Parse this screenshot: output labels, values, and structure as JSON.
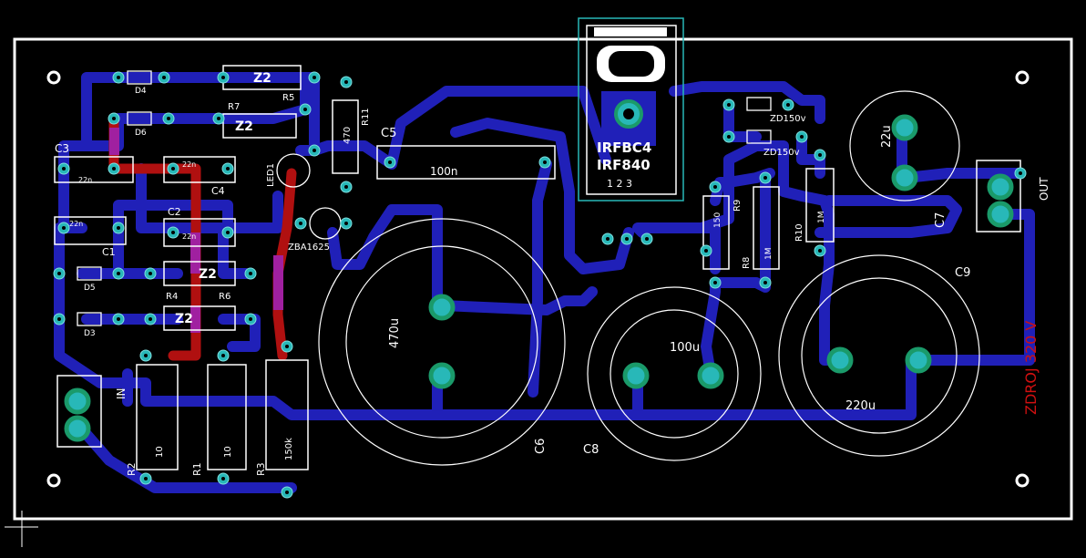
{
  "board": {
    "title": "ZDROJ 320 V",
    "connectors": {
      "in_label": "IN",
      "out_label": "OUT"
    }
  },
  "components": {
    "r5": {
      "ref": "R5",
      "value": "Z2"
    },
    "r7": {
      "ref": "R7",
      "value": "Z2"
    },
    "r11": {
      "ref": "R11",
      "value": "470"
    },
    "r4": {
      "ref": "R4",
      "value": "Z2"
    },
    "r6": {
      "ref": "R6",
      "value": "Z2"
    },
    "r2": {
      "ref": "R2",
      "value": "10"
    },
    "r1": {
      "ref": "R1",
      "value": "10"
    },
    "r3": {
      "ref": "R3",
      "value": "150k"
    },
    "r9": {
      "ref": "R9",
      "value": "150"
    },
    "r8": {
      "ref": "R8",
      "value": "1M"
    },
    "r10": {
      "ref": "R10",
      "value": "1M"
    },
    "d1": {
      "ref": "D4"
    },
    "d2": {
      "ref": "D6"
    },
    "d3": {
      "ref": "D5"
    },
    "d4": {
      "ref": "D3"
    },
    "c3": {
      "ref": "C3",
      "value": "22n"
    },
    "c4": {
      "ref": "C4",
      "value": "22n"
    },
    "c1": {
      "ref": "C1",
      "value": "22n"
    },
    "c2": {
      "ref": "C2",
      "value": "22n"
    },
    "c5": {
      "ref": "C5",
      "value": "100n"
    },
    "c6": {
      "ref": "C6",
      "value": "470u"
    },
    "c8": {
      "ref": "C8",
      "value": "100u"
    },
    "c9": {
      "ref": "C9",
      "value": "220u"
    },
    "c7": {
      "ref": "C7",
      "value": "22u"
    },
    "led": {
      "ref": "LED1"
    },
    "zener_main": {
      "value": "ZBA1625"
    },
    "zd1": {
      "value": "ZD150v"
    },
    "zd2": {
      "value": "ZD150v"
    },
    "mosfet": {
      "line1": "IRFBC4",
      "line2": "IRF840",
      "pins": "1 2 3"
    }
  },
  "colors": {
    "background": "#000000",
    "outline": "#ffffff",
    "track_bottom": "#2020b8",
    "track_top": "#b01010",
    "overlap": "#a020a0",
    "pad": "#28b8b8",
    "pad_ring": "#1a9a6a",
    "silk": "#ffffff",
    "title": "#d01010"
  }
}
